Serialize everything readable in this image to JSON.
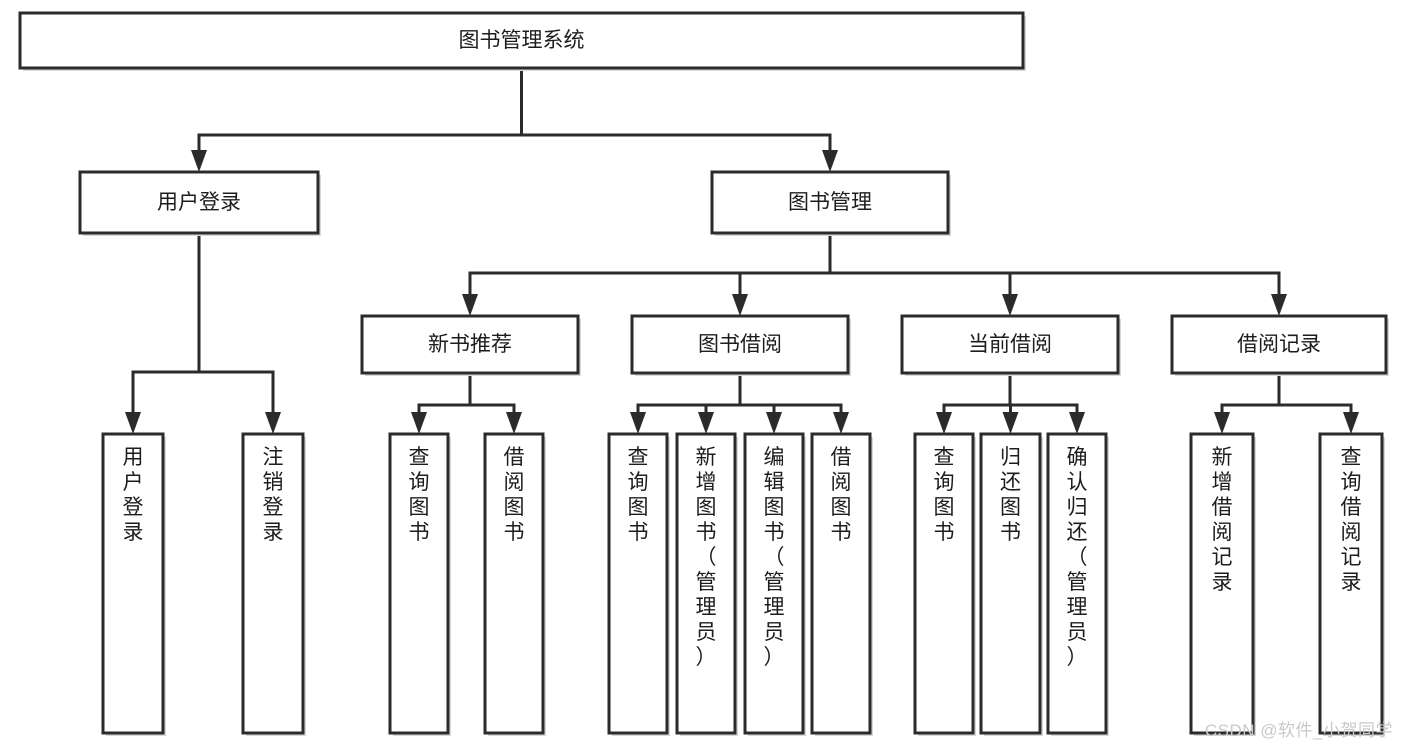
{
  "diagram": {
    "title": "图书管理系统",
    "type": "hierarchy-tree",
    "watermark": "CSDN @软件_小贺同学",
    "colors": {
      "stroke": "#2b2b2b",
      "fill": "#ffffff",
      "text": "#1d1d1d",
      "watermark": "#c9c9c9"
    },
    "nodes": {
      "root": {
        "label": "图书管理系统",
        "level": 1,
        "orientation": "horizontal"
      },
      "l2_user_login": {
        "label": "用户登录",
        "level": 2,
        "orientation": "horizontal"
      },
      "l2_book_mgmt": {
        "label": "图书管理",
        "level": 2,
        "orientation": "horizontal"
      },
      "l3_new_book_rec": {
        "label": "新书推荐",
        "level": 3,
        "orientation": "horizontal"
      },
      "l3_book_borrow": {
        "label": "图书借阅",
        "level": 3,
        "orientation": "horizontal"
      },
      "l3_current_borrow": {
        "label": "当前借阅",
        "level": 3,
        "orientation": "horizontal"
      },
      "l3_borrow_record": {
        "label": "借阅记录",
        "level": 3,
        "orientation": "horizontal"
      },
      "leaf_user_login": {
        "label": "用户登录",
        "level": 4,
        "orientation": "vertical"
      },
      "leaf_logout_login": {
        "label": "注销登录",
        "level": 4,
        "orientation": "vertical"
      },
      "leaf_query_book_a": {
        "label": "查询图书",
        "level": 4,
        "orientation": "vertical"
      },
      "leaf_borrow_book_a": {
        "label": "借阅图书",
        "level": 4,
        "orientation": "vertical"
      },
      "leaf_query_book_b": {
        "label": "查询图书",
        "level": 4,
        "orientation": "vertical"
      },
      "leaf_add_book_admin": {
        "label": "新增图书（管理员）",
        "level": 4,
        "orientation": "vertical"
      },
      "leaf_edit_book_admin": {
        "label": "编辑图书（管理员）",
        "level": 4,
        "orientation": "vertical"
      },
      "leaf_borrow_book_b": {
        "label": "借阅图书",
        "level": 4,
        "orientation": "vertical"
      },
      "leaf_query_book_c": {
        "label": "查询图书",
        "level": 4,
        "orientation": "vertical"
      },
      "leaf_return_book": {
        "label": "归还图书",
        "level": 4,
        "orientation": "vertical"
      },
      "leaf_confirm_return_admin": {
        "label": "确认归还（管理员）",
        "level": 4,
        "orientation": "vertical"
      },
      "leaf_add_borrow_record": {
        "label": "新增借阅记录",
        "level": 4,
        "orientation": "vertical"
      },
      "leaf_query_borrow_record": {
        "label": "查询借阅记录",
        "level": 4,
        "orientation": "vertical"
      }
    },
    "edges": [
      {
        "from": "root",
        "to": "l2_user_login"
      },
      {
        "from": "root",
        "to": "l2_book_mgmt"
      },
      {
        "from": "l2_user_login",
        "to": "leaf_user_login"
      },
      {
        "from": "l2_user_login",
        "to": "leaf_logout_login"
      },
      {
        "from": "l2_book_mgmt",
        "to": "l3_new_book_rec"
      },
      {
        "from": "l2_book_mgmt",
        "to": "l3_book_borrow"
      },
      {
        "from": "l2_book_mgmt",
        "to": "l3_current_borrow"
      },
      {
        "from": "l2_book_mgmt",
        "to": "l3_borrow_record"
      },
      {
        "from": "l3_new_book_rec",
        "to": "leaf_query_book_a"
      },
      {
        "from": "l3_new_book_rec",
        "to": "leaf_borrow_book_a"
      },
      {
        "from": "l3_book_borrow",
        "to": "leaf_query_book_b"
      },
      {
        "from": "l3_book_borrow",
        "to": "leaf_add_book_admin"
      },
      {
        "from": "l3_book_borrow",
        "to": "leaf_edit_book_admin"
      },
      {
        "from": "l3_book_borrow",
        "to": "leaf_borrow_book_b"
      },
      {
        "from": "l3_current_borrow",
        "to": "leaf_query_book_c"
      },
      {
        "from": "l3_current_borrow",
        "to": "leaf_return_book"
      },
      {
        "from": "l3_current_borrow",
        "to": "leaf_confirm_return_admin"
      },
      {
        "from": "l3_borrow_record",
        "to": "leaf_add_borrow_record"
      },
      {
        "from": "l3_borrow_record",
        "to": "leaf_query_borrow_record"
      }
    ]
  }
}
